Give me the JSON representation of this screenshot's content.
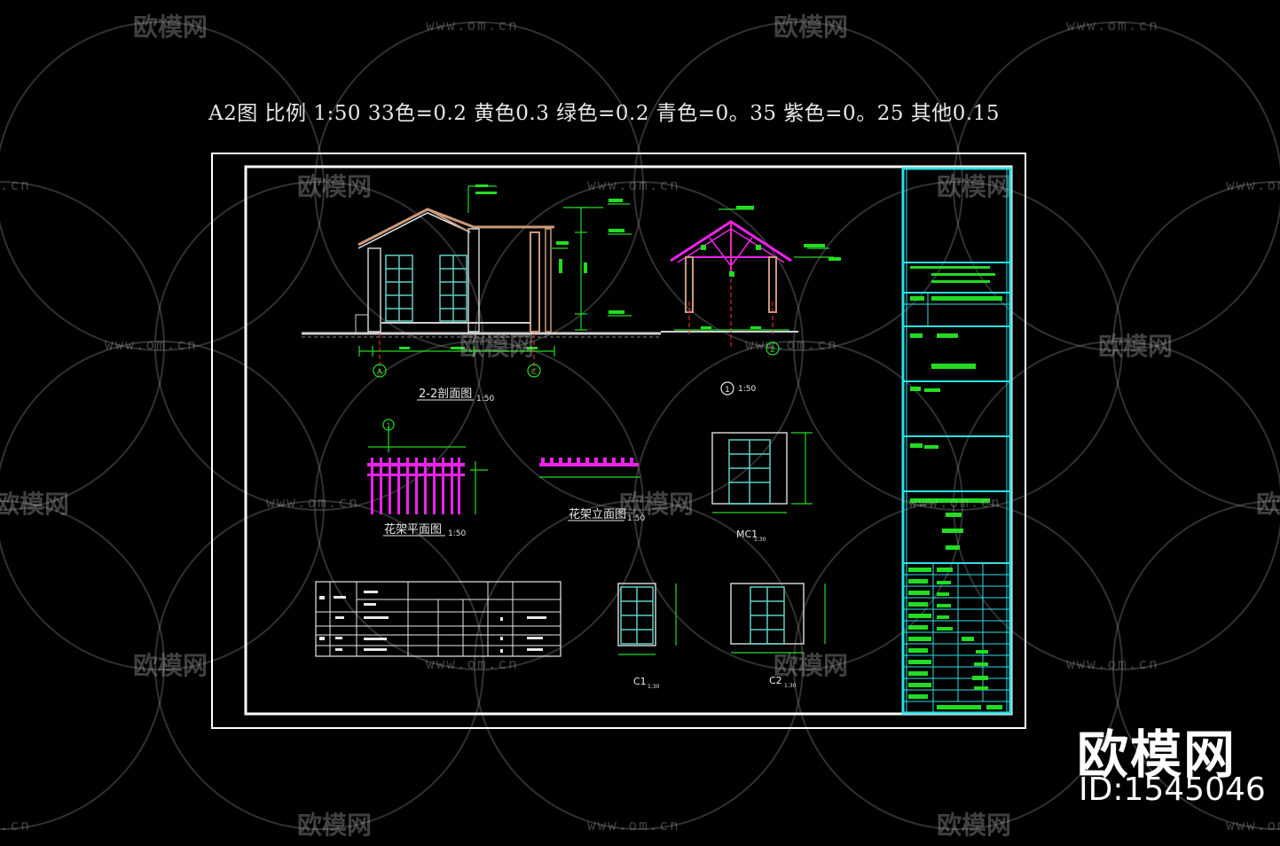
{
  "header_note": "A2图 比例 1:50  33色=0.2   黄色0.3  绿色=0.2  青色=0。35  紫色=0。25  其他0.15",
  "drawing": {
    "section_title": "2-2剖面图",
    "section_scale": "1:50",
    "side_elevation_scale": "1:50",
    "side_elevation_marker": "1",
    "trellis_plan_title": "花架平面图",
    "trellis_plan_scale": "1:50",
    "trellis_plan_marker": "1",
    "trellis_elev_title": "花架立面图",
    "trellis_elev_scale": "1:50",
    "door_mc1_title": "MC1",
    "window_c1_title": "C1",
    "window_c2_title": "C2",
    "door_window_scale": "1:30",
    "axis_a": "A",
    "axis_c": "C",
    "axis_2": "2"
  },
  "watermark": {
    "logo_text": "欧模网",
    "url_text": "www.om.cn"
  },
  "brand": {
    "name": "欧模网",
    "id": "ID:1545046"
  },
  "colors": {
    "background": "#000000",
    "frame": "#ffffff",
    "cyan": "#2ee0e6",
    "green": "#22dd22",
    "magenta": "#ee22ee",
    "wall": "#d0d0d0",
    "teal": "#5fcfc6",
    "red": "#ff3333",
    "brown": "#c99a7a"
  }
}
